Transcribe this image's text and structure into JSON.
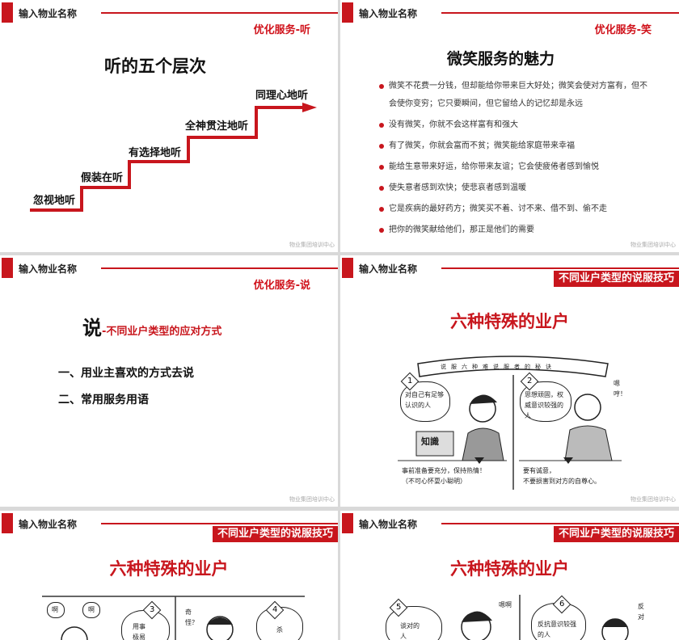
{
  "common": {
    "property_name": "输入物业名称",
    "footer": "物业集团培训中心"
  },
  "slides": [
    {
      "subtitle": "优化服务-听",
      "title": "听的五个层次",
      "steps": [
        "忽视地听",
        "假装在听",
        "有选择地听",
        "全神贯注地听",
        "同理心地听"
      ]
    },
    {
      "subtitle": "优化服务-笑",
      "title": "微笑服务的魅力",
      "bullets": [
        "微笑不花费一分钱，但却能给你带来巨大好处；微笑会使对方富有，但不会使你变穷；它只要瞬间，但它留给人的记忆却是永远",
        "没有微笑，你就不会这样富有和强大",
        "有了微笑，你就会富而不贫；微笑能给家庭带来幸福",
        "能给生意带来好运，给你带来友谊；它会使疲倦者感到愉悦",
        "使失意者感到欢快；使悲哀者感到温暖",
        "它是疾病的最好药方；微笑买不着、讨不来、借不到、偷不走",
        "把你的微笑献给他们，那正是他们的需要"
      ]
    },
    {
      "subtitle": "优化服务-说",
      "title_main": "说",
      "title_rest": "-不同业户类型的应对方式",
      "items": [
        "一、用业主喜欢的方式去说",
        "二、常用服务用语"
      ]
    },
    {
      "subtitle": "不同业户类型的说服技巧",
      "title": "六种特殊的业户",
      "comic": {
        "banner": "说服六种难说服者的秘诀",
        "n1": "1",
        "bubble1": "对自己有足够认识的人",
        "book": "知識",
        "cap1a": "事前准备要充分，保持热情！",
        "cap1b": "（不可心怀耍小聪明）",
        "n2": "2",
        "bubble2": "思想顽固，权威意识较强的人",
        "exclaim2": "嗯哼！",
        "cap2a": "要有诚意，",
        "cap2b": "不要损害到对方的自尊心。"
      }
    },
    {
      "subtitle": "不同业户类型的说服技巧",
      "title": "六种特殊的业户",
      "comic": {
        "ah1": "啊",
        "ah2": "啊",
        "n3": "3",
        "bubble3": "用事极易",
        "odd": "奇怪？",
        "n4": "4",
        "bubble4": "杀"
      }
    },
    {
      "subtitle": "不同业户类型的说服技巧",
      "title": "六种特殊的业户",
      "comic": {
        "n5": "5",
        "bubble5": "谈对的人",
        "hm": "嗯啊",
        "n6": "6",
        "bubble6": "反抗意识较强的人",
        "oppose": "反对"
      }
    }
  ],
  "colors": {
    "brand_red": "#c8161d"
  }
}
